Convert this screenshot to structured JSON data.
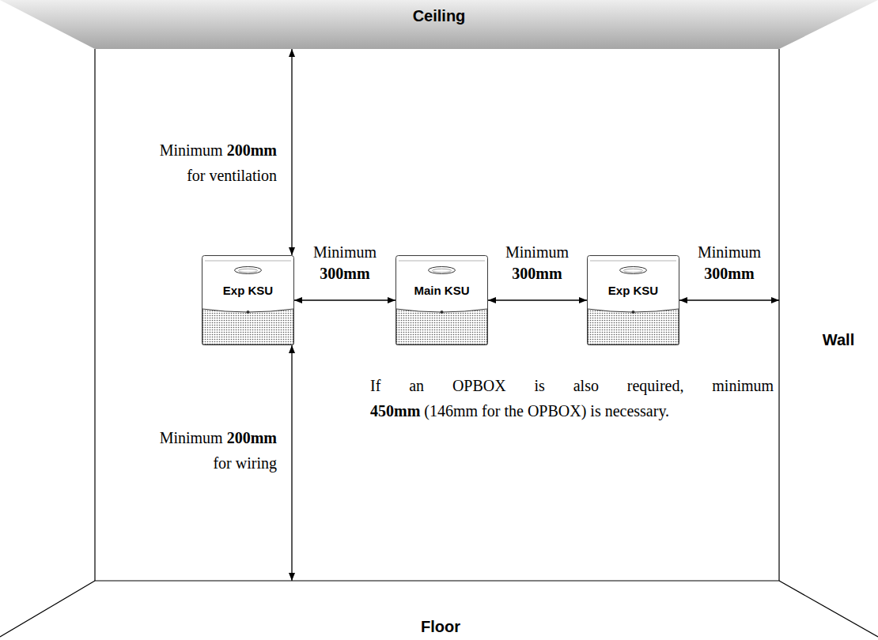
{
  "diagram": {
    "nodes": [
      {
        "text": [
          "Ceiling"
        ]
      },
      {
        "text": [
          "Exp KSU"
        ]
      },
      {
        "text": [
          "Main KSU"
        ]
      },
      {
        "text": [
          "Exp KSU"
        ]
      }
    ],
    "edges": [
      {
        "from": 0,
        "to": 1,
        "arrow": "both"
      },
      {
        "from": 1,
        "to": 2,
        "arrow": "both"
      },
      {
        "from": 2,
        "to": 3,
        "arrow": "both"
      }
    ],
    "labels": [
      "Minimum 200mm for ventilation",
      "Minimum 300mm",
      "Minimum 300mm",
      "Minimum 300mm",
      "Wall",
      "If an OPBOX is also required, minimum 450mm (146mm for the OPBOX) is necessary.",
      "Minimum 200mm for wiring",
      "Floor"
    ]
  }
}
